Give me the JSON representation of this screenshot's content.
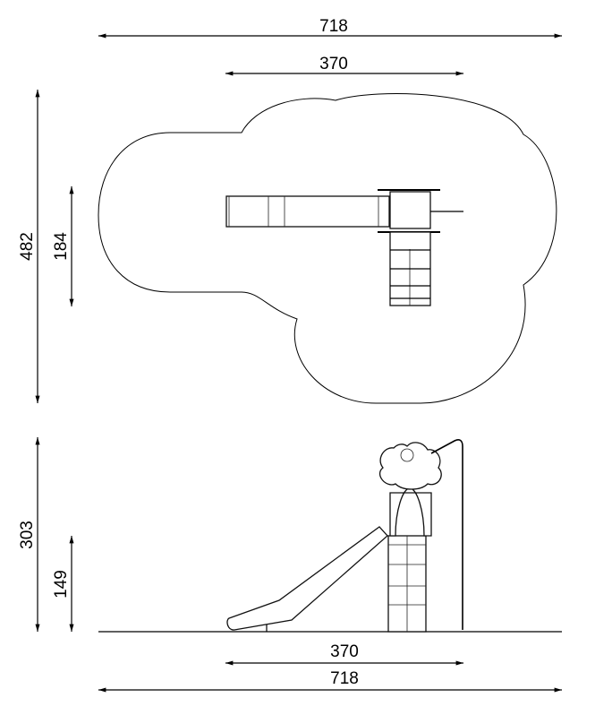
{
  "dimensions": {
    "top_width_total": "718",
    "top_width_equipment": "370",
    "top_depth_total": "482",
    "top_depth_equipment": "184",
    "side_height_total": "303",
    "side_height_platform": "149",
    "bottom_width_equipment": "370",
    "bottom_width_total": "718"
  }
}
